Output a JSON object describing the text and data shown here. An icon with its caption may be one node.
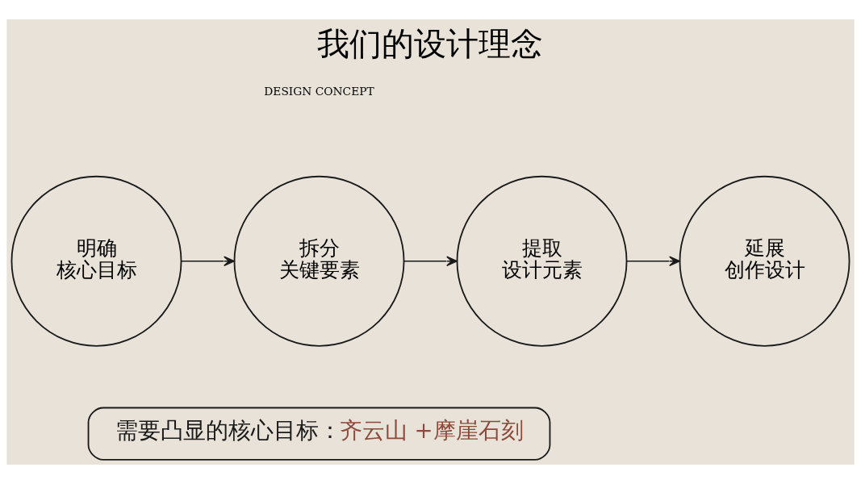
{
  "diagram": {
    "title": "我们的设计理念",
    "nodes": [
      {
        "text": [
          "明确核心目标"
        ]
      },
      {
        "text": [
          "拆分关键要素"
        ]
      },
      {
        "text": [
          "提取设计元素"
        ]
      },
      {
        "text": [
          "延展创作设计"
        ]
      },
      {
        "text": [
          "需要凸显的核心目标：",
          "齐云山 +摩崖石刻"
        ]
      }
    ],
    "edges": [
      {
        "from": 0,
        "to": 1,
        "arrow": "to"
      },
      {
        "from": 1,
        "to": 2,
        "arrow": "to"
      },
      {
        "from": 2,
        "to": 3,
        "arrow": "to"
      }
    ],
    "labels": [
      "DESIGN CONCEPT"
    ]
  }
}
